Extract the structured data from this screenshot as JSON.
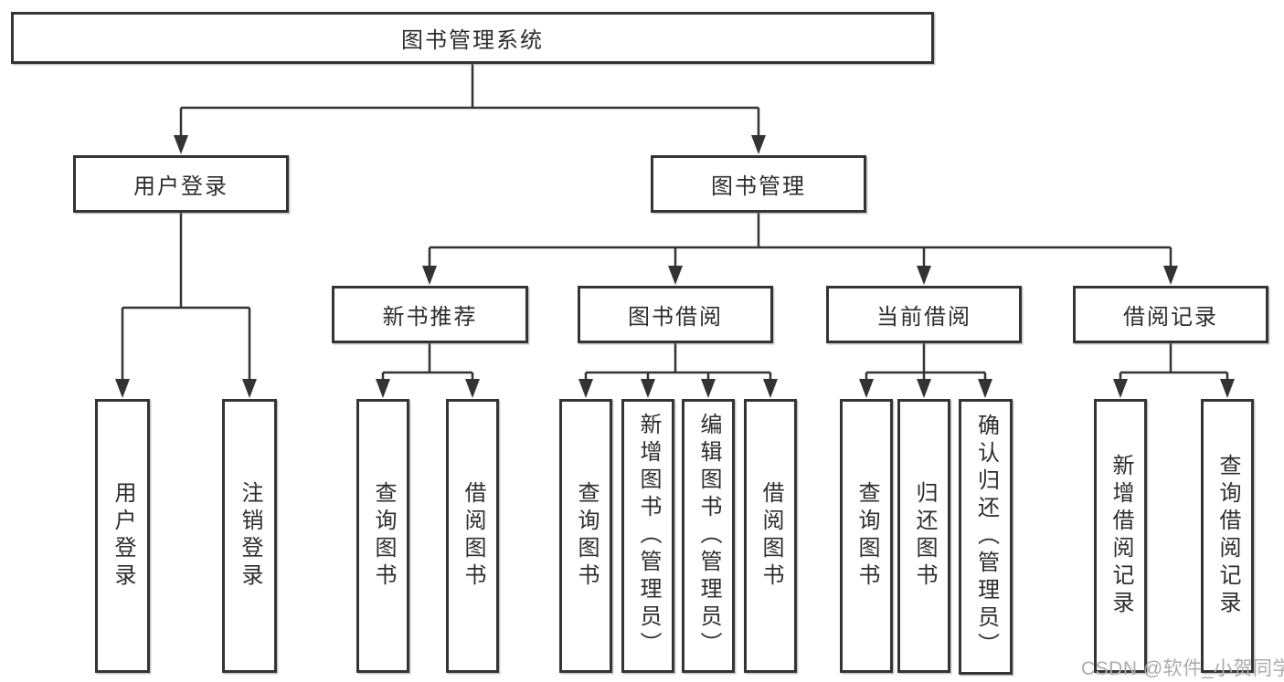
{
  "watermark": "CSDN @软件_小贺同学",
  "colors": {
    "line": "#333333",
    "box_border": "#343434",
    "background": "#ffffff",
    "watermark_text": "#ababab"
  },
  "tree": {
    "label": "图书管理系统",
    "children": [
      {
        "label": "用户登录",
        "children": [
          {
            "label": "用户登录"
          },
          {
            "label": "注销登录"
          }
        ]
      },
      {
        "label": "图书管理",
        "children": [
          {
            "label": "新书推荐",
            "children": [
              {
                "label": "查询图书"
              },
              {
                "label": "借阅图书"
              }
            ]
          },
          {
            "label": "图书借阅",
            "children": [
              {
                "label": "查询图书"
              },
              {
                "label": "新增图书（管理员）"
              },
              {
                "label": "编辑图书（管理员）"
              },
              {
                "label": "借阅图书"
              }
            ]
          },
          {
            "label": "当前借阅",
            "children": [
              {
                "label": "查询图书"
              },
              {
                "label": "归还图书"
              },
              {
                "label": "确认归还（管理员）"
              }
            ]
          },
          {
            "label": "借阅记录",
            "children": [
              {
                "label": "新增借阅记录"
              },
              {
                "label": "查询借阅记录"
              }
            ]
          }
        ]
      }
    ]
  }
}
